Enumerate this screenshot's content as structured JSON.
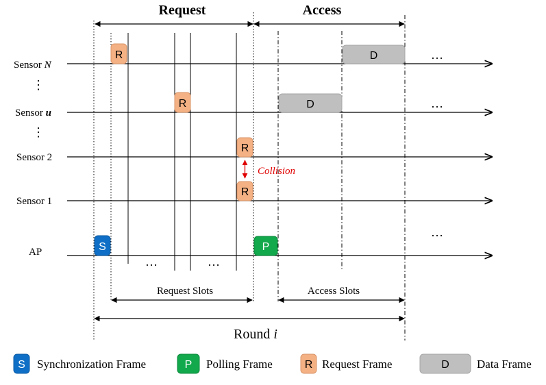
{
  "phases": {
    "request": "Request",
    "access": "Access"
  },
  "sensors": [
    {
      "label": "Sensor ",
      "label_var": "N"
    },
    {
      "label": "Sensor ",
      "label_var": "u"
    },
    {
      "label": "Sensor 2",
      "label_var": ""
    },
    {
      "label": "Sensor 1",
      "label_var": ""
    }
  ],
  "ap_label": "AP",
  "vdots": "⋮",
  "ellipsis": "…",
  "slot_labels": {
    "request_slots": "Request Slots",
    "access_slots": "Access Slots"
  },
  "round": {
    "label": "Round ",
    "var": "i"
  },
  "collision_label": "Collision",
  "frame_letters": {
    "sync": "S",
    "poll": "P",
    "request": "R",
    "data": "D"
  },
  "legend": [
    {
      "letter": "S",
      "label": "Synchronization Frame",
      "color": "#0f6fc6"
    },
    {
      "letter": "P",
      "label": "Polling Frame",
      "color": "#12a84c"
    },
    {
      "letter": "R",
      "label": "Request Frame",
      "color": "#f4b183"
    },
    {
      "letter": "D",
      "label": "Data Frame",
      "color": "#bfbfbf"
    }
  ],
  "colors": {
    "sync": "#0f6fc6",
    "poll": "#12a84c",
    "request": "#f4b183",
    "request_border": "#d9956a",
    "data": "#bfbfbf",
    "data_border": "#a6a6a6",
    "collision": "#e00000"
  }
}
